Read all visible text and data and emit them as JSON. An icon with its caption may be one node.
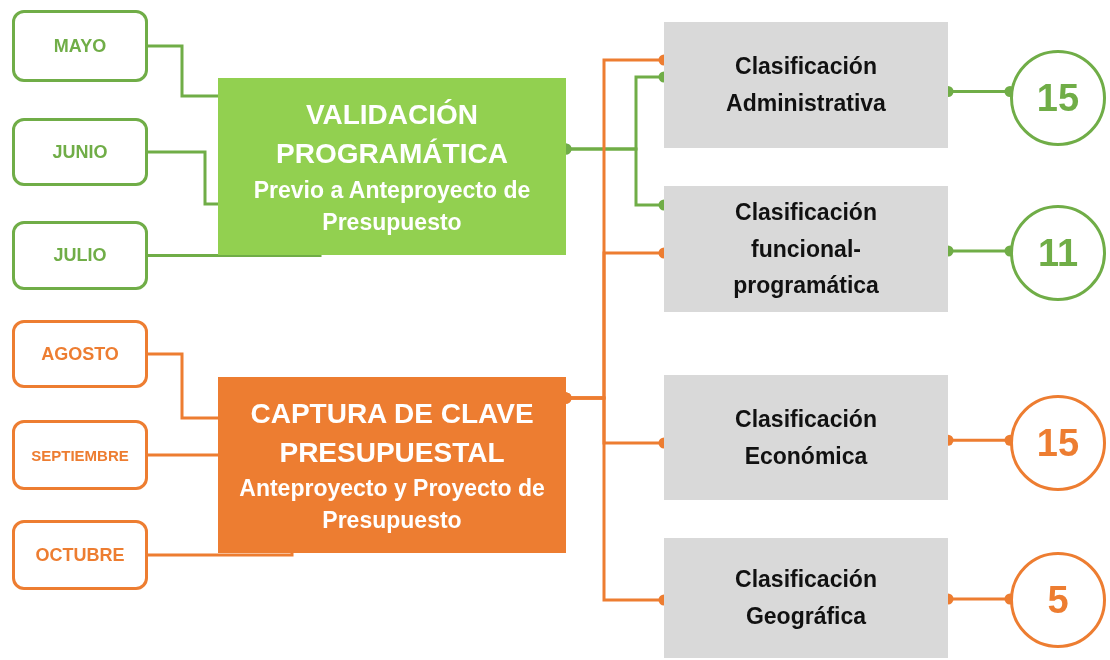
{
  "diagram": {
    "nodes": [
      {
        "text": [
          "MAYO"
        ]
      },
      {
        "text": [
          "JUNIO"
        ]
      },
      {
        "text": [
          "JULIO"
        ]
      },
      {
        "text": [
          "AGOSTO"
        ]
      },
      {
        "text": [
          "SEPTIEMBRE"
        ]
      },
      {
        "text": [
          "OCTUBRE"
        ]
      },
      {
        "text": [
          "VALIDACIÓN PROGRAMÁTICA",
          "Previo a Anteproyecto de Presupuesto"
        ]
      },
      {
        "text": [
          "CAPTURA DE CLAVE PRESUPUESTAL",
          "Anteproyecto y Proyecto de Presupuesto"
        ]
      },
      {
        "text": [
          "Clasificación Administrativa"
        ]
      },
      {
        "text": [
          "Clasificación funcional-programática"
        ]
      },
      {
        "text": [
          "Clasificación Económica"
        ]
      },
      {
        "text": [
          "Clasificación Geográfica"
        ]
      },
      {
        "text": [
          "15"
        ]
      },
      {
        "text": [
          "11"
        ]
      },
      {
        "text": [
          "15"
        ]
      },
      {
        "text": [
          "5"
        ]
      }
    ],
    "edges": [
      {
        "from": 0,
        "to": 6,
        "arrow": "none",
        "color": "#70ad47"
      },
      {
        "from": 1,
        "to": 6,
        "arrow": "none",
        "color": "#70ad47"
      },
      {
        "from": 2,
        "to": 6,
        "arrow": "none",
        "color": "#70ad47"
      },
      {
        "from": 3,
        "to": 7,
        "arrow": "none"
      },
      {
        "from": 4,
        "to": 7,
        "arrow": "none"
      },
      {
        "from": 5,
        "to": 7,
        "arrow": "none"
      },
      {
        "from": 6,
        "to": 8,
        "arrow": "other",
        "color": "#70ad47"
      },
      {
        "from": 6,
        "to": 9,
        "arrow": "other",
        "color": "#70ad47"
      },
      {
        "from": 7,
        "to": 8,
        "arrow": "other"
      },
      {
        "from": 7,
        "to": 9,
        "arrow": "other"
      },
      {
        "from": 7,
        "to": 10,
        "arrow": "other"
      },
      {
        "from": 7,
        "to": 11,
        "arrow": "other"
      },
      {
        "from": 8,
        "to": 12,
        "arrow": "other",
        "color": "#70ad47"
      },
      {
        "from": 9,
        "to": 13,
        "arrow": "other",
        "color": "#70ad47"
      },
      {
        "from": 10,
        "to": 14,
        "arrow": "other"
      },
      {
        "from": 11,
        "to": 15,
        "arrow": "other"
      }
    ]
  }
}
